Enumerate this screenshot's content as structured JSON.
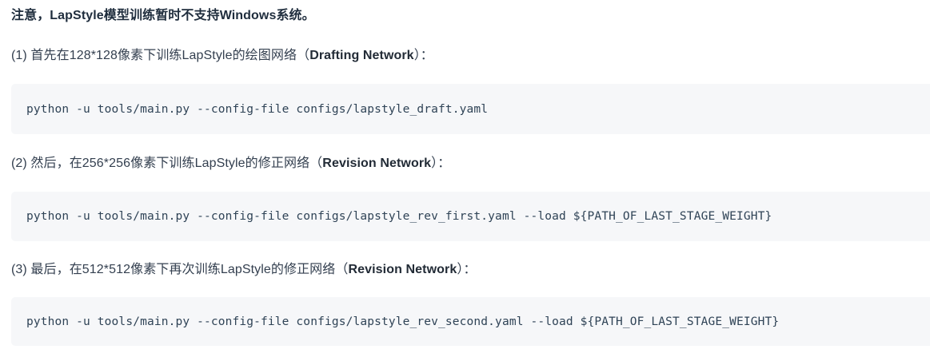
{
  "notice": {
    "text": "注意，LapStyle模型训练暂时不支持Windows系统。"
  },
  "colors": {
    "page_background": "#ffffff",
    "code_background": "#f6f7f9",
    "body_text": "#333f4f",
    "heading_text": "#1f2d3d",
    "code_text": "#2f4356"
  },
  "steps": [
    {
      "index": "(1)",
      "lead": "(1) 首先在128*128像素下训练LapStyle的绘图网络（",
      "emphasis": "Drafting Network",
      "trail": "）：",
      "full_text": "(1) 首先在128*128像素下训练LapStyle的绘图网络（Drafting Network）：",
      "command": "python -u tools/main.py --config-file configs/lapstyle_draft.yaml"
    },
    {
      "index": "(2)",
      "lead": "(2) 然后，在256*256像素下训练LapStyle的修正网络（",
      "emphasis": "Revision Network",
      "trail": "）：",
      "full_text": "(2) 然后，在256*256像素下训练LapStyle的修正网络（Revision Network）：",
      "command": "python -u tools/main.py --config-file configs/lapstyle_rev_first.yaml --load ${PATH_OF_LAST_STAGE_WEIGHT}"
    },
    {
      "index": "(3)",
      "lead": "(3) 最后，在512*512像素下再次训练LapStyle的修正网络（",
      "emphasis": "Revision Network",
      "trail": "）：",
      "full_text": "(3) 最后，在512*512像素下再次训练LapStyle的修正网络（Revision Network）：",
      "command": "python -u tools/main.py --config-file configs/lapstyle_rev_second.yaml --load ${PATH_OF_LAST_STAGE_WEIGHT}"
    }
  ]
}
